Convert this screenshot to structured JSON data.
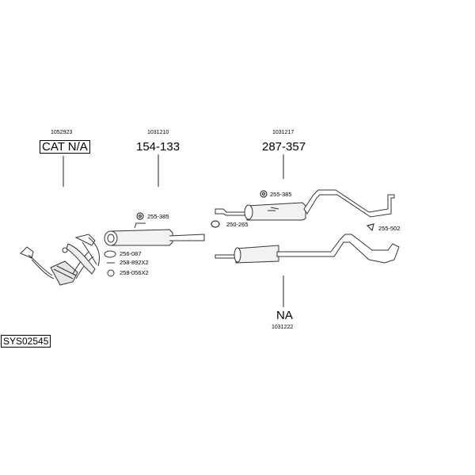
{
  "system_code": "SYS02545",
  "groups": [
    {
      "article": "1052923",
      "label": "CAT N/A"
    },
    {
      "article": "1031210",
      "label": "154-133"
    },
    {
      "article": "1031217",
      "label": "287-357"
    },
    {
      "article": "1031222",
      "label": "NA"
    }
  ],
  "parts": {
    "p1": "255-385",
    "p2": "256-087",
    "p3": "258-892X2",
    "p4": "258-056X2",
    "p5": "255-385",
    "p6": "250-265",
    "p7": "255-502"
  }
}
